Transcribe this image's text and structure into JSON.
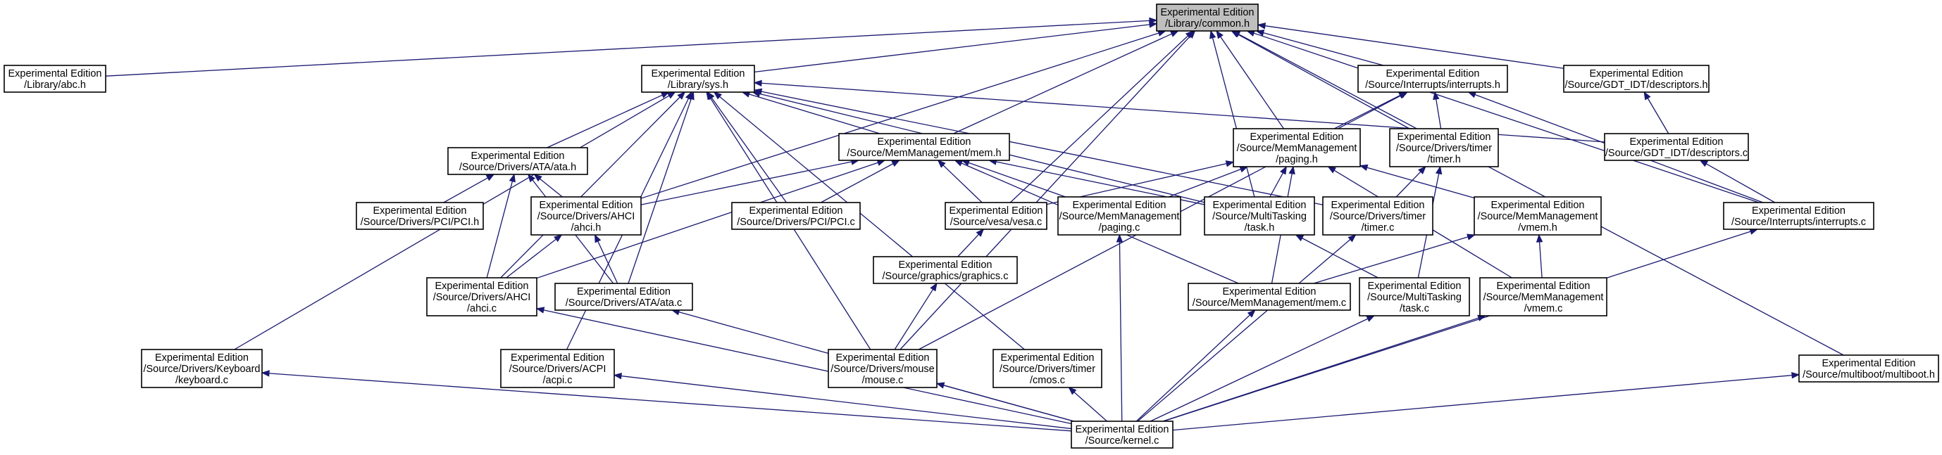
{
  "diagram": {
    "root": "common_h",
    "nodes": [
      {
        "id": "common_h",
        "lines": [
          "Experimental Edition",
          "/Library/common.h"
        ]
      },
      {
        "id": "abc_h",
        "lines": [
          "Experimental Edition",
          "/Library/abc.h"
        ]
      },
      {
        "id": "sys_h",
        "lines": [
          "Experimental Edition",
          "/Library/sys.h"
        ]
      },
      {
        "id": "interrupts_h",
        "lines": [
          "Experimental Edition",
          "/Source/Interrupts/interrupts.h"
        ]
      },
      {
        "id": "descriptors_h",
        "lines": [
          "Experimental Edition",
          "/Source/GDT_IDT/descriptors.h"
        ]
      },
      {
        "id": "ata_h",
        "lines": [
          "Experimental Edition",
          "/Source/Drivers/ATA/ata.h"
        ]
      },
      {
        "id": "mem_h",
        "lines": [
          "Experimental Edition",
          "/Source/MemManagement/mem.h"
        ]
      },
      {
        "id": "paging_h",
        "lines": [
          "Experimental Edition",
          "/Source/MemManagement",
          "/paging.h"
        ]
      },
      {
        "id": "timer_h",
        "lines": [
          "Experimental Edition",
          "/Source/Drivers/timer",
          "/timer.h"
        ]
      },
      {
        "id": "descriptors_c",
        "lines": [
          "Experimental Edition",
          "/Source/GDT_IDT/descriptors.c"
        ]
      },
      {
        "id": "pci_h",
        "lines": [
          "Experimental Edition",
          "/Source/Drivers/PCI/PCI.h"
        ]
      },
      {
        "id": "ahci_h",
        "lines": [
          "Experimental Edition",
          "/Source/Drivers/AHCI",
          "/ahci.h"
        ]
      },
      {
        "id": "pci_c",
        "lines": [
          "Experimental Edition",
          "/Source/Drivers/PCI/PCI.c"
        ]
      },
      {
        "id": "vesa_c",
        "lines": [
          "Experimental Edition",
          "/Source/vesa/vesa.c"
        ]
      },
      {
        "id": "paging_c",
        "lines": [
          "Experimental Edition",
          "/Source/MemManagement",
          "/paging.c"
        ]
      },
      {
        "id": "task_h",
        "lines": [
          "Experimental Edition",
          "/Source/MultiTasking",
          "/task.h"
        ]
      },
      {
        "id": "timer_c",
        "lines": [
          "Experimental Edition",
          "/Source/Drivers/timer",
          "/timer.c"
        ]
      },
      {
        "id": "vmem_h",
        "lines": [
          "Experimental Edition",
          "/Source/MemManagement",
          "/vmem.h"
        ]
      },
      {
        "id": "interrupts_c",
        "lines": [
          "Experimental Edition",
          "/Source/Interrupts/interrupts.c"
        ]
      },
      {
        "id": "ahci_c",
        "lines": [
          "Experimental Edition",
          "/Source/Drivers/AHCI",
          "/ahci.c"
        ]
      },
      {
        "id": "ata_c",
        "lines": [
          "Experimental Edition",
          "/Source/Drivers/ATA/ata.c"
        ]
      },
      {
        "id": "graphics_c",
        "lines": [
          "Experimental Edition",
          "/Source/graphics/graphics.c"
        ]
      },
      {
        "id": "mem_c",
        "lines": [
          "Experimental Edition",
          "/Source/MemManagement/mem.c"
        ]
      },
      {
        "id": "task_c",
        "lines": [
          "Experimental Edition",
          "/Source/MultiTasking",
          "/task.c"
        ]
      },
      {
        "id": "vmem_c",
        "lines": [
          "Experimental Edition",
          "/Source/MemManagement",
          "/vmem.c"
        ]
      },
      {
        "id": "keyboard_c",
        "lines": [
          "Experimental Edition",
          "/Source/Drivers/Keyboard",
          "/keyboard.c"
        ]
      },
      {
        "id": "acpi_c",
        "lines": [
          "Experimental Edition",
          "/Source/Drivers/ACPI",
          "/acpi.c"
        ]
      },
      {
        "id": "mouse_c",
        "lines": [
          "Experimental Edition",
          "/Source/Drivers/mouse",
          "/mouse.c"
        ]
      },
      {
        "id": "cmos_c",
        "lines": [
          "Experimental Edition",
          "/Source/Drivers/timer",
          "/cmos.c"
        ]
      },
      {
        "id": "multiboot_h",
        "lines": [
          "Experimental Edition",
          "/Source/multiboot/multiboot.h"
        ]
      },
      {
        "id": "kernel_c",
        "lines": [
          "Experimental Edition",
          "/Source/kernel.c"
        ]
      }
    ],
    "edges": [
      {
        "from": "abc_h",
        "to": "common_h"
      },
      {
        "from": "sys_h",
        "to": "common_h"
      },
      {
        "from": "interrupts_h",
        "to": "common_h"
      },
      {
        "from": "descriptors_h",
        "to": "common_h"
      },
      {
        "from": "mem_h",
        "to": "common_h"
      },
      {
        "from": "paging_h",
        "to": "common_h"
      },
      {
        "from": "timer_h",
        "to": "common_h"
      },
      {
        "from": "ahci_h",
        "to": "common_h"
      },
      {
        "from": "vesa_c",
        "to": "common_h"
      },
      {
        "from": "task_h",
        "to": "common_h"
      },
      {
        "from": "interrupts_c",
        "to": "common_h"
      },
      {
        "from": "mouse_c",
        "to": "common_h"
      },
      {
        "from": "multiboot_h",
        "to": "common_h"
      },
      {
        "from": "ata_h",
        "to": "sys_h"
      },
      {
        "from": "mem_h",
        "to": "sys_h"
      },
      {
        "from": "descriptors_c",
        "to": "sys_h"
      },
      {
        "from": "task_h",
        "to": "sys_h"
      },
      {
        "from": "timer_c",
        "to": "sys_h"
      },
      {
        "from": "pci_c",
        "to": "sys_h"
      },
      {
        "from": "ata_c",
        "to": "sys_h"
      },
      {
        "from": "ahci_c",
        "to": "sys_h"
      },
      {
        "from": "keyboard_c",
        "to": "sys_h"
      },
      {
        "from": "acpi_c",
        "to": "sys_h"
      },
      {
        "from": "mouse_c",
        "to": "sys_h"
      },
      {
        "from": "cmos_c",
        "to": "sys_h"
      },
      {
        "from": "paging_h",
        "to": "interrupts_h"
      },
      {
        "from": "timer_h",
        "to": "interrupts_h"
      },
      {
        "from": "interrupts_c",
        "to": "interrupts_h"
      },
      {
        "from": "mouse_c",
        "to": "interrupts_h"
      },
      {
        "from": "descriptors_c",
        "to": "descriptors_h"
      },
      {
        "from": "pci_h",
        "to": "ata_h"
      },
      {
        "from": "ahci_h",
        "to": "ata_h"
      },
      {
        "from": "ata_c",
        "to": "ata_h"
      },
      {
        "from": "ahci_c",
        "to": "ata_h"
      },
      {
        "from": "ahci_h",
        "to": "mem_h"
      },
      {
        "from": "pci_c",
        "to": "mem_h"
      },
      {
        "from": "vesa_c",
        "to": "mem_h"
      },
      {
        "from": "paging_c",
        "to": "mem_h"
      },
      {
        "from": "task_h",
        "to": "mem_h"
      },
      {
        "from": "mem_c",
        "to": "mem_h"
      },
      {
        "from": "ahci_c",
        "to": "mem_h"
      },
      {
        "from": "vesa_c",
        "to": "paging_h"
      },
      {
        "from": "paging_c",
        "to": "paging_h"
      },
      {
        "from": "task_h",
        "to": "paging_h"
      },
      {
        "from": "vmem_h",
        "to": "paging_h"
      },
      {
        "from": "mem_c",
        "to": "paging_h"
      },
      {
        "from": "vmem_c",
        "to": "paging_h"
      },
      {
        "from": "timer_c",
        "to": "timer_h"
      },
      {
        "from": "task_c",
        "to": "timer_h"
      },
      {
        "from": "interrupts_c",
        "to": "descriptors_c"
      },
      {
        "from": "ahci_c",
        "to": "ahci_h"
      },
      {
        "from": "ata_c",
        "to": "ahci_h"
      },
      {
        "from": "graphics_c",
        "to": "vesa_c"
      },
      {
        "from": "task_c",
        "to": "task_h"
      },
      {
        "from": "mem_c",
        "to": "vmem_h"
      },
      {
        "from": "vmem_c",
        "to": "vmem_h"
      },
      {
        "from": "mouse_c",
        "to": "graphics_c"
      },
      {
        "from": "kernel_c",
        "to": "paging_c"
      },
      {
        "from": "kernel_c",
        "to": "timer_c"
      },
      {
        "from": "kernel_c",
        "to": "interrupts_c"
      },
      {
        "from": "kernel_c",
        "to": "ahci_c"
      },
      {
        "from": "kernel_c",
        "to": "ata_c"
      },
      {
        "from": "kernel_c",
        "to": "mem_c"
      },
      {
        "from": "kernel_c",
        "to": "task_c"
      },
      {
        "from": "kernel_c",
        "to": "vmem_c"
      },
      {
        "from": "kernel_c",
        "to": "keyboard_c"
      },
      {
        "from": "kernel_c",
        "to": "acpi_c"
      },
      {
        "from": "kernel_c",
        "to": "mouse_c"
      },
      {
        "from": "kernel_c",
        "to": "cmos_c"
      },
      {
        "from": "kernel_c",
        "to": "multiboot_h"
      }
    ]
  },
  "colors": {
    "edge": "#191970",
    "root_fill": "#bfbfbf",
    "node_fill": "#ffffff",
    "node_border": "#000000"
  }
}
